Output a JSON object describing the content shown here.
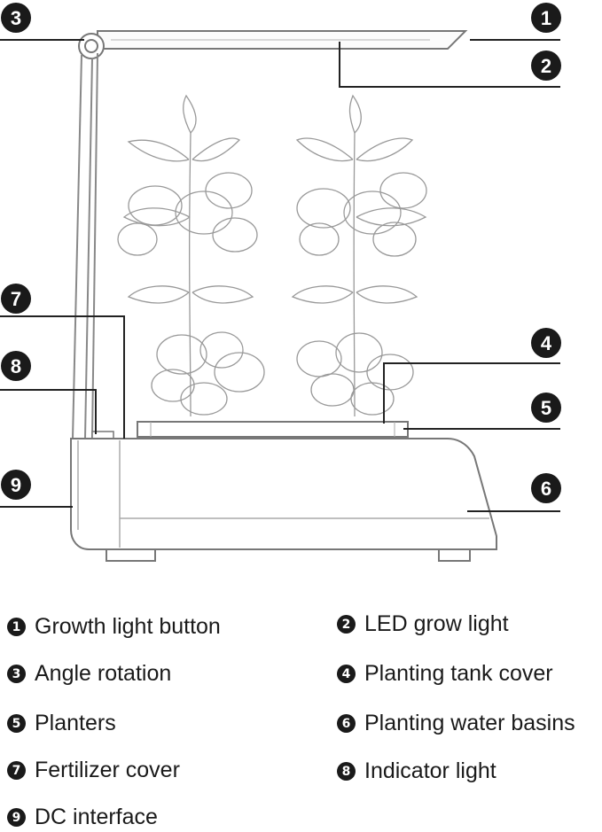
{
  "callouts": [
    "1",
    "2",
    "3",
    "4",
    "5",
    "6",
    "7",
    "8",
    "9"
  ],
  "legend": [
    {
      "num": "1",
      "label": "Growth light button"
    },
    {
      "num": "2",
      "label": "LED grow light"
    },
    {
      "num": "3",
      "label": "Angle rotation"
    },
    {
      "num": "4",
      "label": "Planting tank cover"
    },
    {
      "num": "5",
      "label": "Planters"
    },
    {
      "num": "6",
      "label": "Planting water basins"
    },
    {
      "num": "7",
      "label": "Fertilizer cover"
    },
    {
      "num": "8",
      "label": "Indicator light"
    },
    {
      "num": "9",
      "label": "DC interface"
    }
  ]
}
